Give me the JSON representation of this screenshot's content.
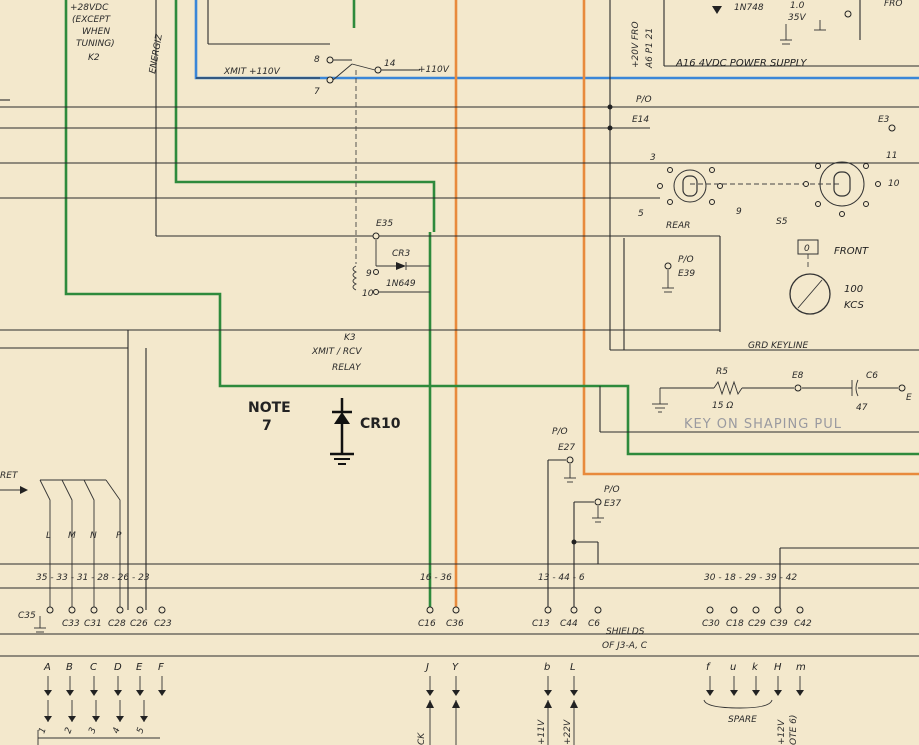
{
  "colors": {
    "paper": "#f3e8cc",
    "green_wire": "#2e8a3c",
    "orange_wire": "#e88a3c",
    "blue_wire": "#3a86d8",
    "ink": "#2b2b2b"
  },
  "relay_k2": {
    "line1": "+28VDC",
    "line2": "(EXCEPT",
    "line3": "WHEN",
    "line4": "TUNING)",
    "line5": "K2"
  },
  "vertical_note": "ENERGIZ",
  "xmit_wire_label": "XMIT +110V",
  "switch_pins": {
    "p8": "8",
    "p7": "7",
    "p14": "14",
    "plus110": "+110V"
  },
  "power_supply": {
    "diode": "1N748",
    "cap1": "1.0",
    "cap2": "35V",
    "caption": "A16 4VDC POWER SUPPLY",
    "from_line1": "+20V FRO",
    "from_line2": "A6 P1 21",
    "fro": "FRO"
  },
  "terminals": {
    "p10_top": "P/O",
    "e14": "E14",
    "e3": "E3",
    "e35": "E35",
    "p10_e39": "P/O",
    "e39": "E39",
    "p10_e27": "P/O",
    "e27": "E27",
    "p10_e37": "P/O",
    "e37": "E37",
    "e8": "E8",
    "c6": "C6"
  },
  "switch_rear": {
    "pin3": "3",
    "pin5": "5",
    "pin9": "9",
    "label": "REAR"
  },
  "switch_front": {
    "pin11": "11",
    "pin10": "10",
    "s5": "S5",
    "label": "FRONT",
    "knob": "0"
  },
  "dial": {
    "line1": "100",
    "line2": "KCS"
  },
  "relay_k3": {
    "cr3": "CR3",
    "diode": "1N649",
    "pin9": "9",
    "pin10": "10",
    "name": "K3",
    "line1": "XMIT / RCV",
    "line2": "RELAY"
  },
  "note7": {
    "line1": "NOTE",
    "line2": "7"
  },
  "cr10": "CR10",
  "grd_keyline": "GRD KEYLINE",
  "r5": {
    "name": "R5",
    "value": "15 Ω"
  },
  "c6_value": "47",
  "e_cut": "E",
  "faint_text": "KEY ON SHAPING PUL",
  "ret_label": "RET",
  "lmnp": [
    "L",
    "M",
    "N",
    "P"
  ],
  "bus_numbers": {
    "left": "35 - 33 - 31 - 28 - 26 - 23",
    "mid": "16 - 36",
    "mid2": "13 - 44 - 6",
    "right": "30 - 18 - 29 - 39 - 42"
  },
  "caps_left": [
    "C35",
    "C33",
    "C31",
    "C28",
    "C26",
    "C23"
  ],
  "caps_mid": [
    "C16",
    "C36"
  ],
  "caps_mid2": [
    "C13",
    "C44",
    "C6"
  ],
  "caps_right": [
    "C30",
    "C18",
    "C29",
    "C39",
    "C42"
  ],
  "shields": {
    "line1": "SHIELDS",
    "line2": "OF J3-A, C"
  },
  "pins_left": [
    "A",
    "B",
    "C",
    "D",
    "E",
    "F"
  ],
  "pins_mid": [
    "J",
    "Y"
  ],
  "pins_mid2": [
    "b",
    "L"
  ],
  "pins_right": [
    "f",
    "u",
    "k",
    "H",
    "m"
  ],
  "bottom_numbers": [
    "1",
    "2",
    "3",
    "4",
    "5"
  ],
  "spare": "SPARE",
  "bottom_cut": {
    "ck": "CK",
    "v11": "+11V",
    "v22": "+22V",
    "v12": "+12V",
    "ote": "OTE 6)"
  }
}
